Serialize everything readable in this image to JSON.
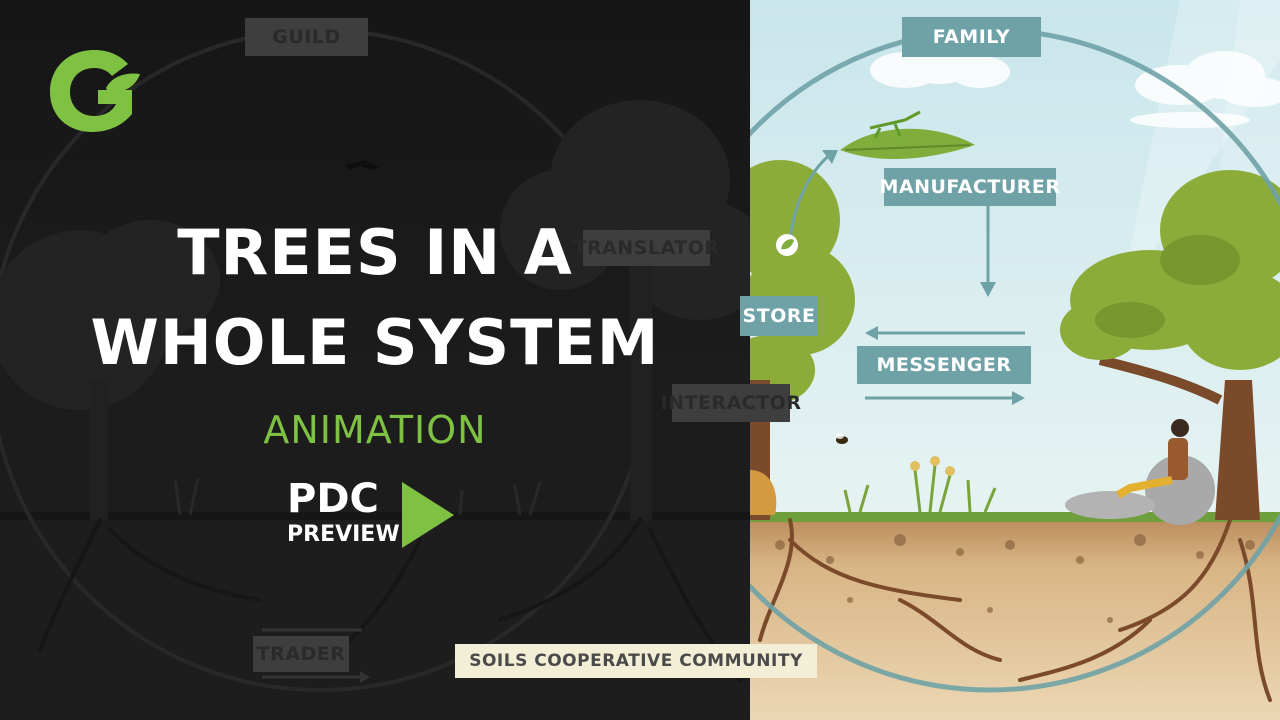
{
  "thumbnail": {
    "title_line1": "TREES IN A",
    "title_line2": "WHOLE SYSTEM",
    "subtitle": "ANIMATION",
    "badge_main": "PDC",
    "badge_sub": "PREVIEW"
  },
  "diagram_labels": {
    "guild": "GUILD",
    "translator": "TRANSLATOR",
    "interactor": "INTERACTOR",
    "trader": "TRADER",
    "soils": "SOILS COOPERATIVE COMMUNITY",
    "family": "FAMILY",
    "manufacturer": "MANUFACTURER",
    "store": "STORE",
    "messenger": "MESSENGER"
  },
  "colors": {
    "brand_green": "#7ec143",
    "label_teal": "#6fa2a6",
    "sky": "#d2ebf0",
    "soil": "#d9b88a",
    "dark_overlay": "#1e1e1e"
  },
  "icons": [
    "g-leaf-logo-icon",
    "play-triangle-icon",
    "leaf-icon",
    "grasshopper-icon",
    "bee-icon",
    "person-sitting-icon"
  ]
}
